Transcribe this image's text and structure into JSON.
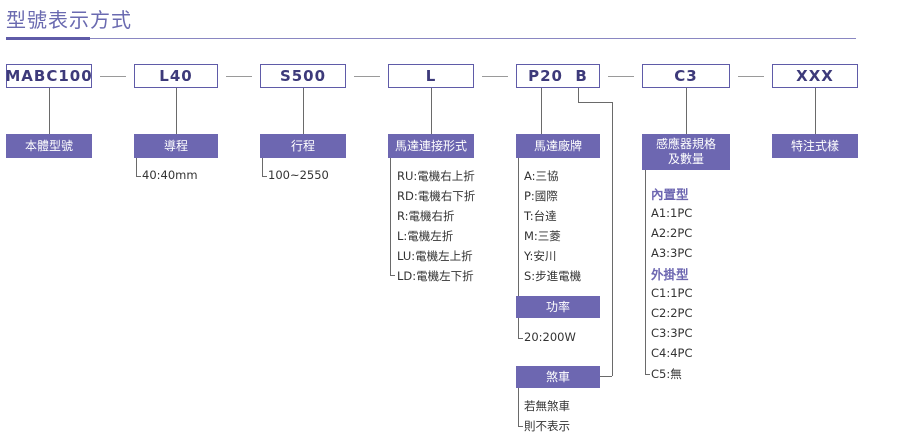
{
  "title": "型號表示方式",
  "codes": [
    "MABC100",
    "L40",
    "S500",
    "L",
    "P20  B",
    "C3",
    "XXX"
  ],
  "fields": {
    "body": {
      "label": "本體型號"
    },
    "lead": {
      "label": "導程",
      "options": [
        "40:40mm"
      ]
    },
    "stroke": {
      "label": "行程",
      "options": [
        "100~2550"
      ]
    },
    "motor_mount": {
      "label": "馬達連接形式",
      "options": [
        "RU:電機右上折",
        "RD:電機右下折",
        "R:電機右折",
        "L:電機左折",
        "LU:電機左上折",
        "LD:電機左下折"
      ]
    },
    "motor_brand": {
      "label": "馬達廠牌",
      "options": [
        "A:三協",
        "P:國際",
        "T:台達",
        "M:三菱",
        "Y:安川",
        "S:步進電機"
      ]
    },
    "power": {
      "label": "功率",
      "options": [
        "20:200W"
      ]
    },
    "brake": {
      "label": "煞車",
      "options": [
        "若無煞車",
        "則不表示"
      ]
    },
    "sensor": {
      "label_line1": "感應器規格",
      "label_line2": "及數量",
      "group_internal": "內置型",
      "internal_options": [
        "A1:1PC",
        "A2:2PC",
        "A3:3PC"
      ],
      "group_external": "外掛型",
      "external_options": [
        "C1:1PC",
        "C2:2PC",
        "C3:3PC",
        "C4:4PC",
        "C5:無"
      ]
    },
    "special": {
      "label": "特注式樣"
    }
  }
}
